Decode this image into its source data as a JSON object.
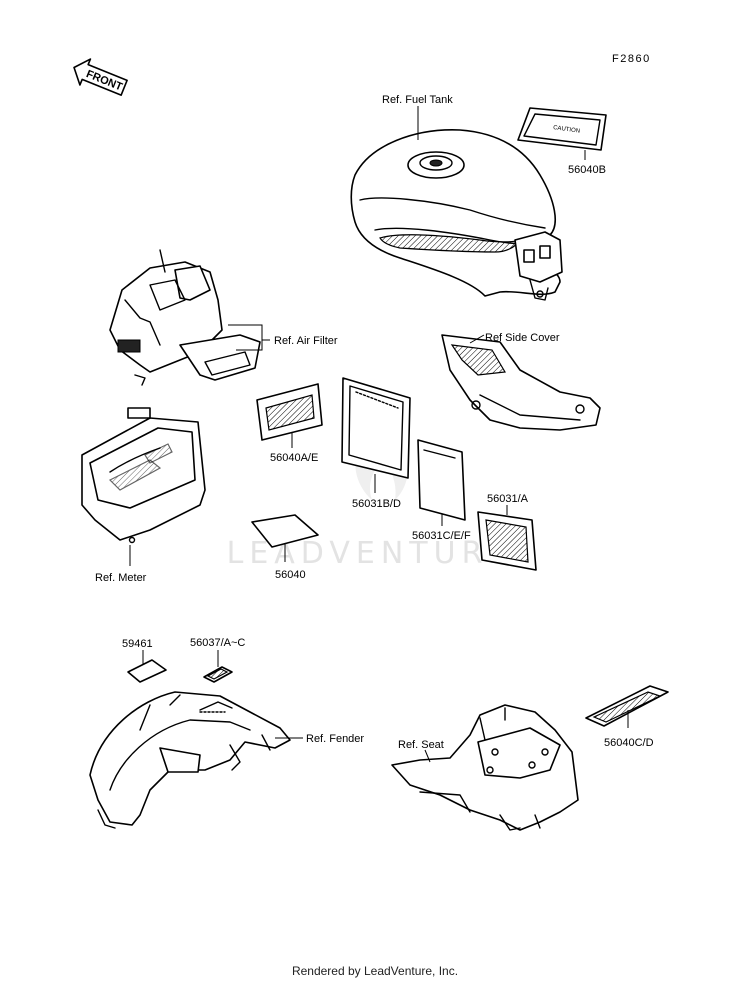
{
  "figure_code": "F2860",
  "front_label": "FRONT",
  "watermark": "LEADVENTURE",
  "footer": "Rendered by LeadVenture, Inc.",
  "refs": {
    "fuel_tank": "Ref. Fuel Tank",
    "air_filter": "Ref. Air Filter",
    "side_cover": "Ref Side Cover",
    "meter": "Ref. Meter",
    "fender": "Ref. Fender",
    "seat": "Ref. Seat"
  },
  "parts": {
    "p56040B": "56040B",
    "p56040AE": "56040A/E",
    "p56031BD": "56031B/D",
    "p56031CEF": "56031C/E/F",
    "p56031A": "56031/A",
    "p56040": "56040",
    "p59461": "59461",
    "p56037AC": "56037/A~C",
    "p56040CD": "56040C/D"
  },
  "decal_text": {
    "caution": "CAUTION"
  }
}
